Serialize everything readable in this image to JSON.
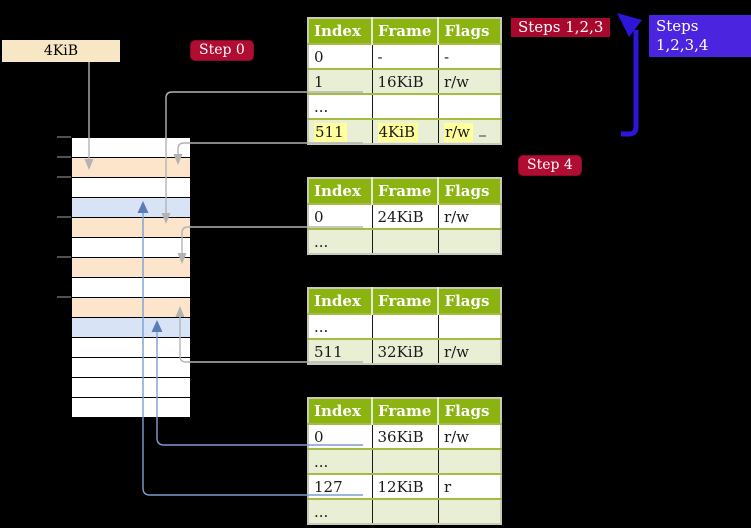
{
  "frame_label": "4KiB",
  "badges": {
    "step0": "Step 0",
    "steps123": "Steps 1,2,3",
    "steps1234": "Steps 1,2,3,4",
    "step4": "Step 4"
  },
  "tables": [
    {
      "name": "page-table-level-a",
      "headers": [
        "Index",
        "Frame",
        "Flags"
      ],
      "rows": [
        {
          "cells": [
            "0",
            "-",
            "-"
          ],
          "shaded": false,
          "highlighted": false
        },
        {
          "cells": [
            "1",
            "16KiB",
            "r/w"
          ],
          "shaded": true,
          "highlighted": false
        },
        {
          "cells": [
            "...",
            "",
            ""
          ],
          "shaded": false,
          "highlighted": false
        },
        {
          "cells": [
            "511",
            "4KiB",
            "r/w"
          ],
          "shaded": true,
          "highlighted": true
        }
      ]
    },
    {
      "name": "page-table-level-b",
      "headers": [
        "Index",
        "Frame",
        "Flags"
      ],
      "rows": [
        {
          "cells": [
            "0",
            "24KiB",
            "r/w"
          ],
          "shaded": false,
          "highlighted": false
        },
        {
          "cells": [
            "...",
            "",
            ""
          ],
          "shaded": true,
          "highlighted": false
        }
      ]
    },
    {
      "name": "page-table-level-c",
      "headers": [
        "Index",
        "Frame",
        "Flags"
      ],
      "rows": [
        {
          "cells": [
            "...",
            "",
            ""
          ],
          "shaded": false,
          "highlighted": false
        },
        {
          "cells": [
            "511",
            "32KiB",
            "r/w"
          ],
          "shaded": true,
          "highlighted": false
        }
      ]
    },
    {
      "name": "page-table-level-d",
      "headers": [
        "Index",
        "Frame",
        "Flags"
      ],
      "rows": [
        {
          "cells": [
            "0",
            "36KiB",
            "r/w"
          ],
          "shaded": false,
          "highlighted": false
        },
        {
          "cells": [
            "...",
            "",
            ""
          ],
          "shaded": true,
          "highlighted": false
        },
        {
          "cells": [
            "127",
            "12KiB",
            "r"
          ],
          "shaded": false,
          "highlighted": false
        },
        {
          "cells": [
            "...",
            "",
            ""
          ],
          "shaded": true,
          "highlighted": false
        }
      ]
    }
  ],
  "memory_strip": {
    "row_colors": [
      "white",
      "orange",
      "white",
      "blue",
      "orange",
      "white",
      "orange",
      "white",
      "orange",
      "blue",
      "white",
      "white",
      "white",
      "white"
    ]
  },
  "colors": {
    "header_green": "#8cb411",
    "shaded_row_green": "#e9efd5",
    "highlight_yellow": "#ffff9c",
    "badge_crimson": "#ad0a30",
    "badge_violet": "#4b24e0",
    "big_arrow_blue": "#2d16d9",
    "label_wheat": "#f8e7c4",
    "strip_orange": "#fde5cc",
    "strip_blue": "#d8e4f5",
    "connector_gray": "#b3b3b3",
    "connector_blue": "#7d9ed2"
  }
}
